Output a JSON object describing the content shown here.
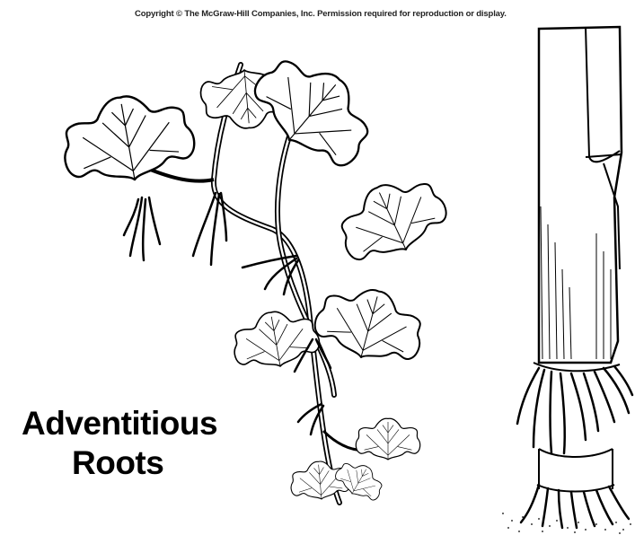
{
  "figure": {
    "copyright": "Copyright © The McGraw-Hill Companies, Inc. Permission required for reproduction or display.",
    "title_line_1": "Adventitious",
    "title_line_2": "Roots"
  },
  "illustrations": {
    "left": "ivy-vine-with-aerial-roots",
    "right": "corn-stalk-with-prop-roots"
  }
}
